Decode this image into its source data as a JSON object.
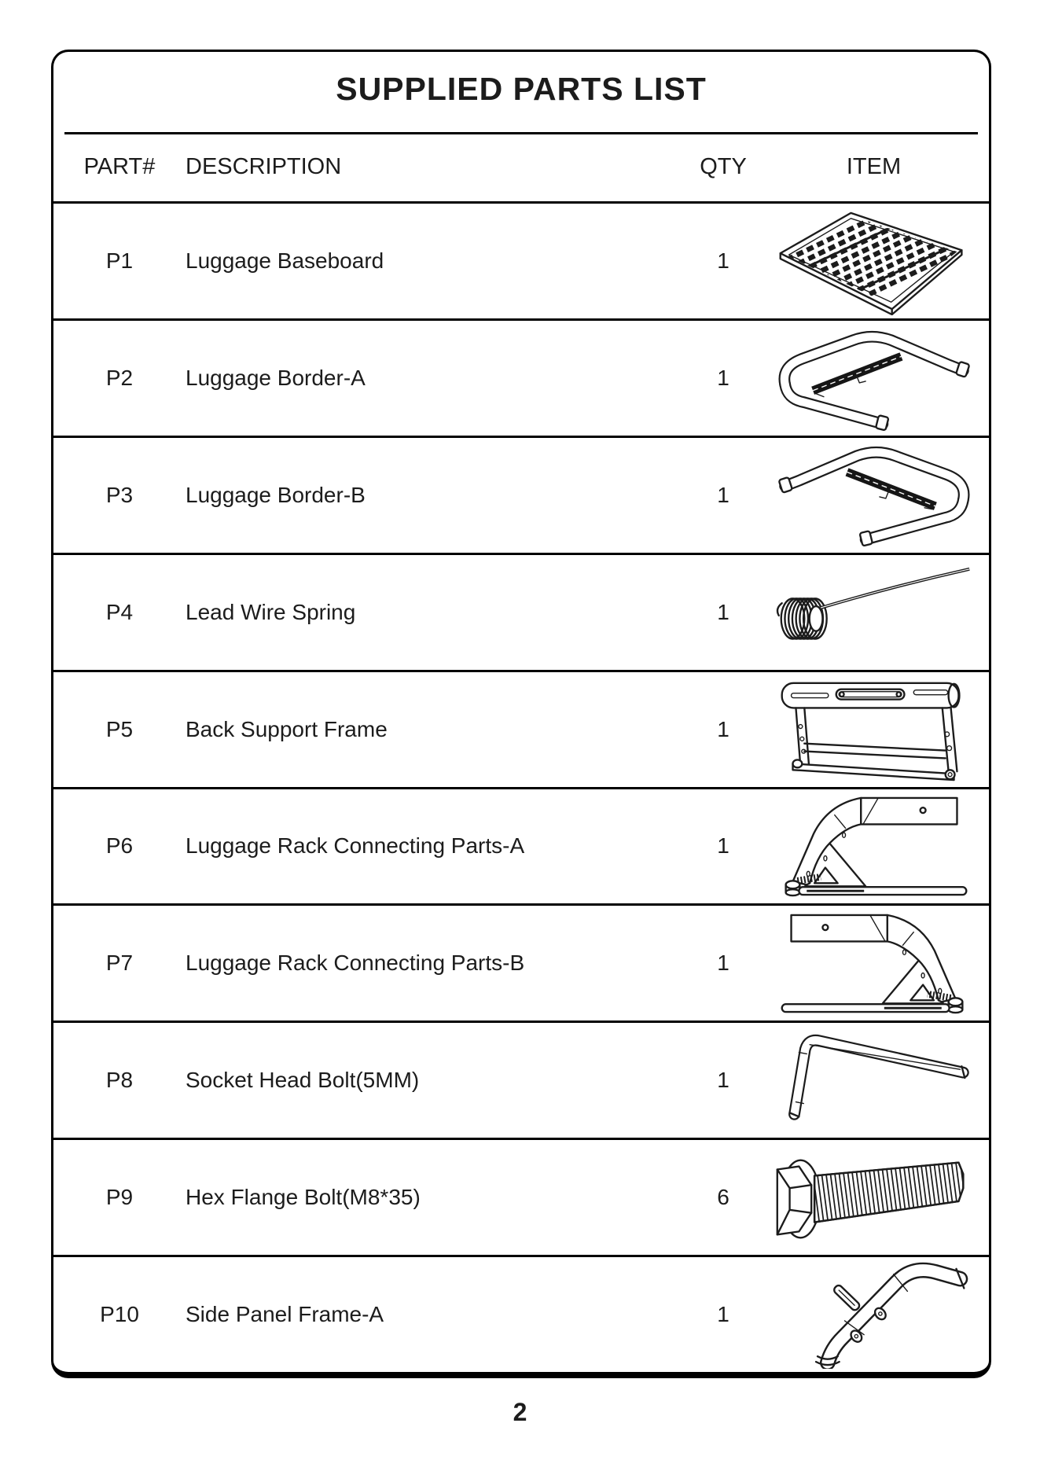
{
  "document": {
    "title": "SUPPLIED PARTS LIST",
    "page_number": "2"
  },
  "parts_table": {
    "headers": {
      "part": "PART#",
      "description": "DESCRIPTION",
      "qty": "QTY",
      "item": "ITEM"
    },
    "rows": [
      {
        "part": "P1",
        "description": "Luggage Baseboard",
        "qty": "1",
        "item_icon": "luggage-baseboard-illustration"
      },
      {
        "part": "P2",
        "description": "Luggage Border-A",
        "qty": "1",
        "item_icon": "luggage-border-a-illustration"
      },
      {
        "part": "P3",
        "description": "Luggage Border-B",
        "qty": "1",
        "item_icon": "luggage-border-b-illustration"
      },
      {
        "part": "P4",
        "description": "Lead Wire Spring",
        "qty": "1",
        "item_icon": "lead-wire-spring-illustration"
      },
      {
        "part": "P5",
        "description": "Back Support Frame",
        "qty": "1",
        "item_icon": "back-support-frame-illustration"
      },
      {
        "part": "P6",
        "description": "Luggage Rack Connecting Parts-A",
        "qty": "1",
        "item_icon": "luggage-rack-connecting-parts-a-illustration"
      },
      {
        "part": "P7",
        "description": "Luggage Rack Connecting Parts-B",
        "qty": "1",
        "item_icon": "luggage-rack-connecting-parts-b-illustration"
      },
      {
        "part": "P8",
        "description": "Socket Head Bolt(5MM)",
        "qty": "1",
        "item_icon": "hex-key-illustration"
      },
      {
        "part": "P9",
        "description": "Hex Flange Bolt(M8*35)",
        "qty": "6",
        "item_icon": "hex-flange-bolt-illustration"
      },
      {
        "part": "P10",
        "description": "Side Panel Frame-A",
        "qty": "1",
        "item_icon": "side-panel-frame-a-illustration"
      }
    ]
  },
  "colors": {
    "ink": "#1c1c1c",
    "paper": "#ffffff"
  }
}
